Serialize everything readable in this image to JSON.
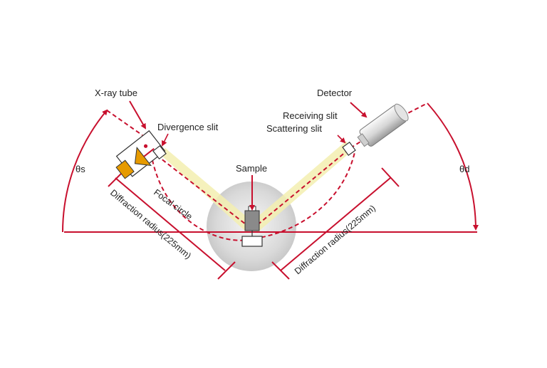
{
  "diagram": {
    "labels": {
      "xray_tube": "X-ray tube",
      "divergence_slit": "Divergence slit",
      "detector": "Detector",
      "receiving_slit": "Receiving slit",
      "scattering_slit": "Scattering slit",
      "sample": "Sample",
      "focal_circle": "Focal circle",
      "theta_s": "θs",
      "theta_d": "θd",
      "diffraction_radius_left": "Diffraction radius(225mm)",
      "diffraction_radius_right": "Diffraction radius(225mm)"
    },
    "colors": {
      "accent_red": "#c8102e",
      "beam_yellow": "#f3efb0",
      "sample_gray": "#d6d6d6",
      "tube_orange": "#e69a00",
      "outline": "#333333"
    }
  }
}
